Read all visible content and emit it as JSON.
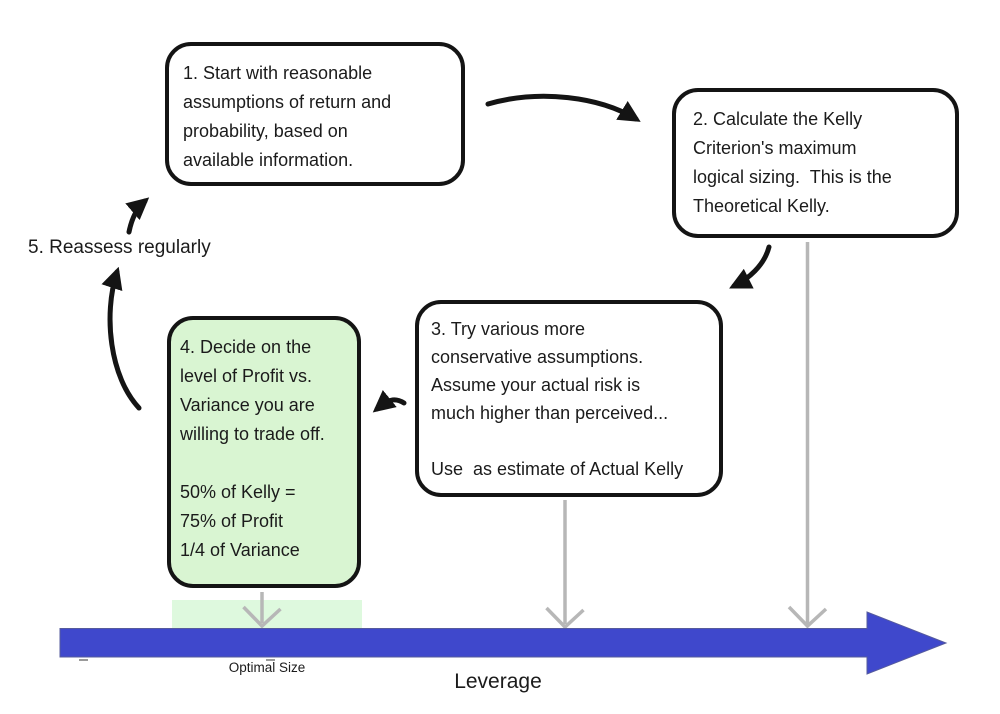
{
  "steps": {
    "step1": {
      "lines": [
        "1. Start with reasonable",
        "assumptions of return and",
        "probability, based on",
        "available information."
      ]
    },
    "step2": {
      "lines": [
        "2. Calculate the Kelly",
        "Criterion's maximum",
        "logical sizing.  This is the",
        "Theoretical Kelly."
      ]
    },
    "step3": {
      "lines": [
        "3. Try various more",
        "conservative assumptions.",
        "Assume your actual risk is",
        "much higher than perceived...",
        "",
        "Use  as estimate of Actual Kelly"
      ]
    },
    "step4": {
      "lines": [
        "4. Decide on the",
        "level of Profit vs.",
        "Variance you are",
        "willing to trade off.",
        "",
        "50% of Kelly =",
        "75% of Profit",
        "1/4 of Variance"
      ]
    },
    "step5": {
      "label": "5. Reassess regularly"
    }
  },
  "axis": {
    "label": "Leverage",
    "optimal_size_label": "Optimal Size"
  },
  "colors": {
    "box_border": "#141414",
    "box_fill_green": "#d9f5d2",
    "optimal_band_green": "#def9de",
    "leverage_arrow_blue": "#3f48cc",
    "connector_gray": "#b7b7b7",
    "arrow_black": "#141414"
  }
}
